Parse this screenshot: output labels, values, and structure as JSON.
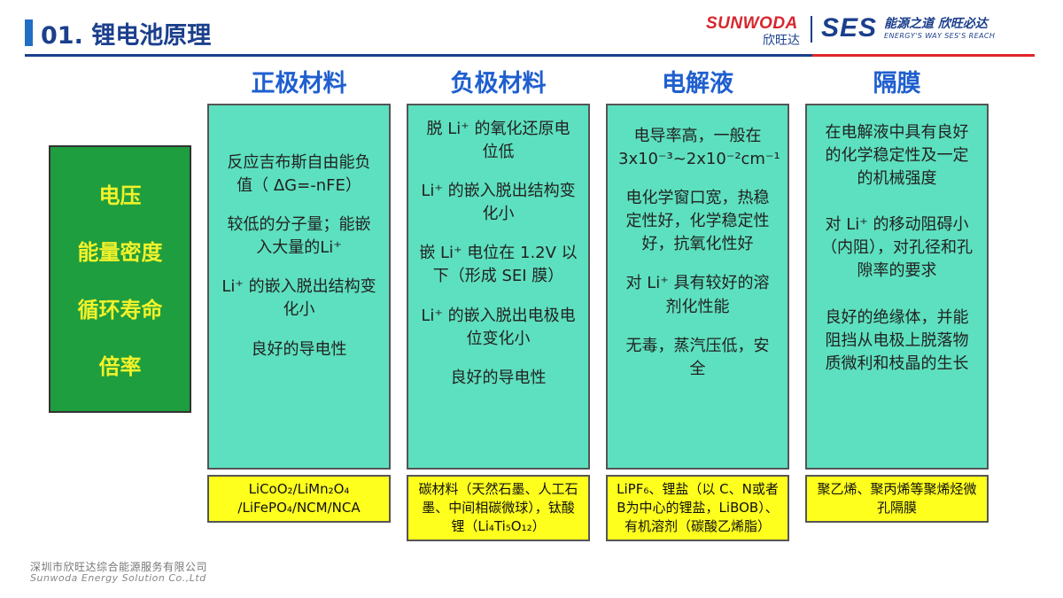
{
  "header": {
    "title": "01. 锂电池原理",
    "brand_en": "SUNWODA",
    "brand_cn": "欣旺达",
    "ses_mark": "SES",
    "ses_slogan_cn": "能源之道 欣旺必达",
    "ses_slogan_en": "ENERGY'S WAY SES'S REACH",
    "accent_color": "#1b3f8c",
    "brand_red": "#d7262d"
  },
  "properties": [
    "电压",
    "能量密度",
    "循环寿命",
    "倍率"
  ],
  "columns": [
    {
      "title": "正极材料",
      "paragraphs": [
        "反应吉布斯自由能负值（ ΔG=-nFE）",
        "较低的分子量；能嵌入大量的Li⁺",
        "Li⁺ 的嵌入脱出结构变化小",
        "良好的导电性"
      ],
      "materials": "LiCoO₂/LiMn₂O₄ /LiFePO₄/NCM/NCA"
    },
    {
      "title": "负极材料",
      "paragraphs": [
        "脱 Li⁺ 的氧化还原电位低",
        "Li⁺ 的嵌入脱出结构变化小",
        "嵌 Li⁺ 电位在 1.2V 以下（形成 SEI 膜）",
        "Li⁺ 的嵌入脱出电极电位变化小",
        "良好的导电性"
      ],
      "materials": "碳材料（天然石墨、人工石墨、中间相碳微球），钛酸锂（Li₄Ti₅O₁₂）"
    },
    {
      "title": "电解液",
      "paragraphs": [
        "电导率高，一般在 3x10⁻³~2x10⁻²cm⁻¹",
        "电化学窗口宽，热稳定性好，化学稳定性好，抗氧化性好",
        "对 Li⁺ 具有较好的溶剂化性能",
        "无毒，蒸汽压低，安全"
      ],
      "materials": "LiPF₆、锂盐（以 C、N或者 B为中心的锂盐，LiBOB）、有机溶剂（碳酸乙烯脂）"
    },
    {
      "title": "隔膜",
      "paragraphs": [
        "在电解液中具有良好的化学稳定性及一定的机械强度",
        "对 Li⁺ 的移动阻碍小（内阻），对孔径和孔隙率的要求",
        "良好的绝缘体，并能阻挡从电极上脱落物质微利和枝晶的生长"
      ],
      "materials": "聚乙烯、聚丙烯等聚烯烃微孔隔膜"
    }
  ],
  "footer": {
    "company_cn": "深圳市欣旺达综合能源服务有限公司",
    "company_en": "Sunwoda Energy Solution Co.,Ltd"
  }
}
